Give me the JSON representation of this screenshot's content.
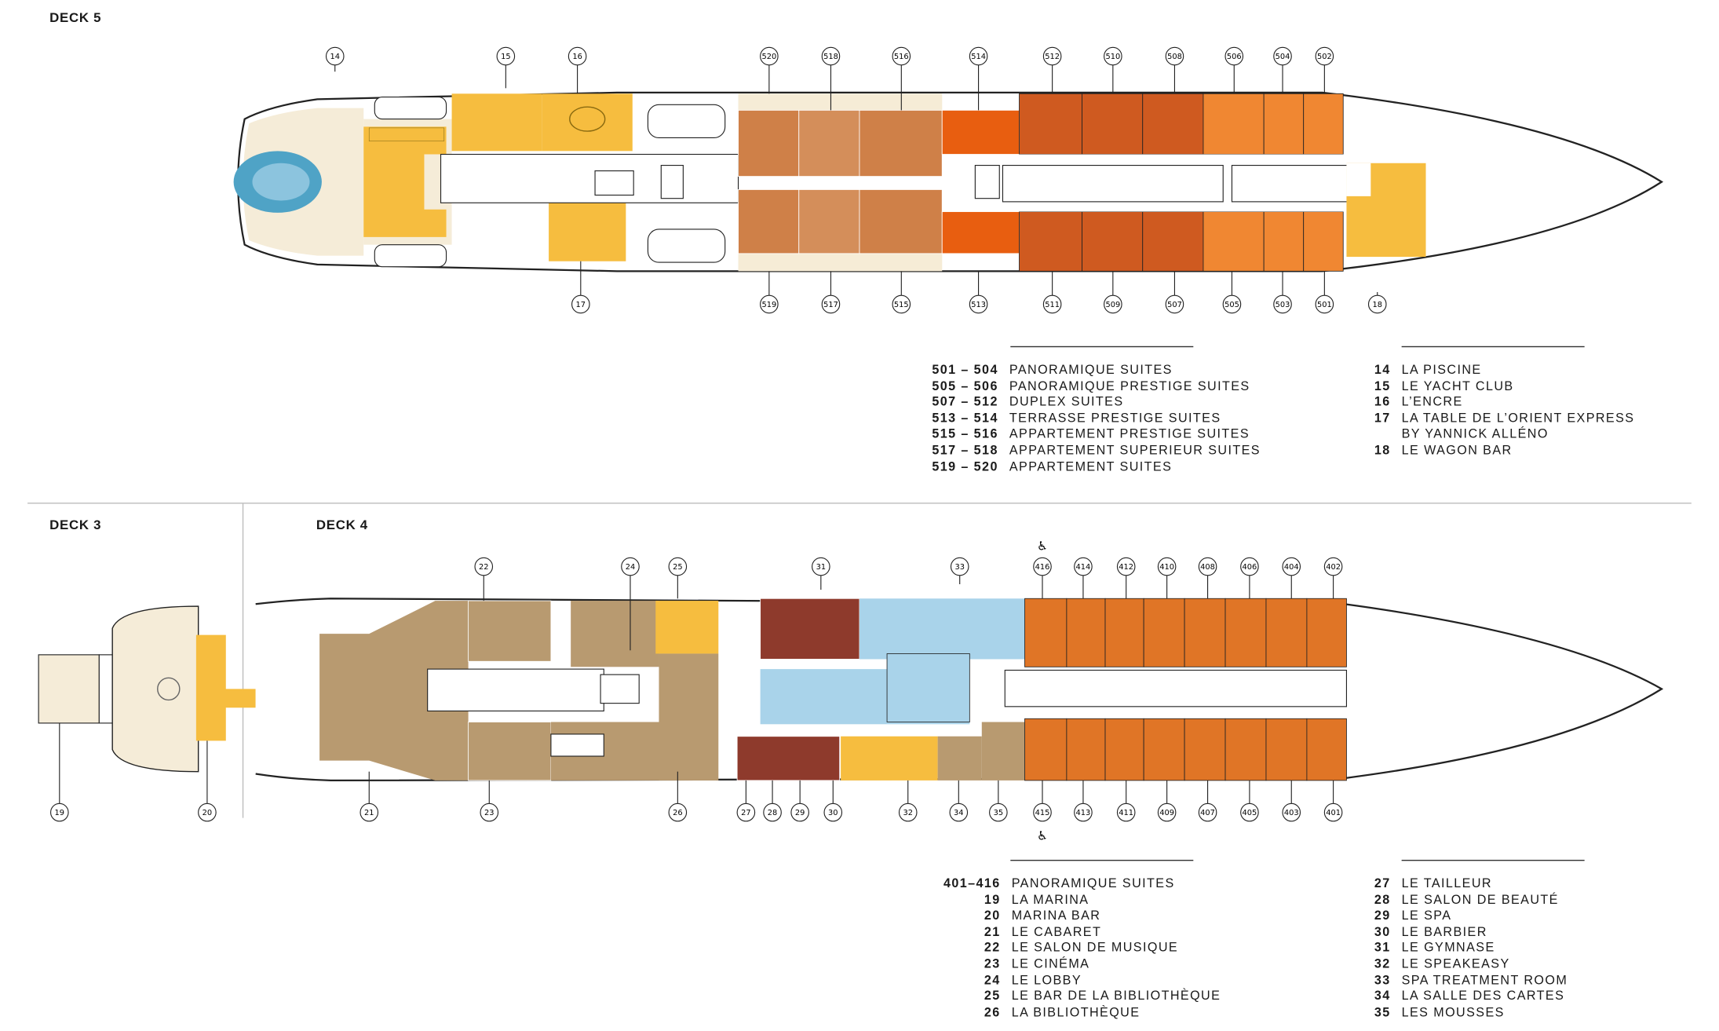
{
  "decks": {
    "deck5": "DECK 5",
    "deck3": "DECK 3",
    "deck4": "DECK 4"
  },
  "colors": {
    "panoramique": "#f08732",
    "panoramique_prestige": "#e07526",
    "duplex": "#cf5a20",
    "terrasse": "#e85e10",
    "appartement_prestige": "#cf8048",
    "appartement_superieur": "#d48e5a",
    "appartement": "#f6ecd6",
    "venue": "#f6bd3f",
    "public": "#b89a70",
    "spa": "#a9d3ea",
    "spa_rooms": "#8e3a2c",
    "pool": "#4fa3c6",
    "deck": "#f5ecd8",
    "corridor": "#ffffff"
  },
  "deck5_markers": {
    "top": [
      "14",
      "15",
      "16",
      "520",
      "518",
      "516",
      "514",
      "512",
      "510",
      "508",
      "506",
      "504",
      "502"
    ],
    "bottom": [
      "17",
      "519",
      "517",
      "515",
      "513",
      "511",
      "509",
      "507",
      "505",
      "503",
      "501",
      "18"
    ]
  },
  "deck4_markers": {
    "top": [
      "22",
      "24",
      "25",
      "31",
      "33",
      "416",
      "414",
      "412",
      "410",
      "408",
      "406",
      "404",
      "402"
    ],
    "bottom": [
      "19",
      "20",
      "21",
      "23",
      "26",
      "27",
      "28",
      "29",
      "30",
      "32",
      "34",
      "35",
      "415",
      "413",
      "411",
      "409",
      "407",
      "405",
      "403",
      "401"
    ]
  },
  "icons": {
    "wheelchair": "♿",
    "restroom": "🚻"
  },
  "legend_deck5_suites": [
    {
      "num": "501 – 504",
      "label": "PANORAMIQUE SUITES"
    },
    {
      "num": "505 – 506",
      "label": "PANORAMIQUE PRESTIGE SUITES"
    },
    {
      "num": "507 – 512",
      "label": "DUPLEX SUITES"
    },
    {
      "num": "513 – 514",
      "label": "TERRASSE PRESTIGE SUITES"
    },
    {
      "num": "515 – 516",
      "label": "APPARTEMENT PRESTIGE SUITES"
    },
    {
      "num": "517 – 518",
      "label": "APPARTEMENT SUPERIEUR SUITES"
    },
    {
      "num": "519 – 520",
      "label": "APPARTEMENT SUITES"
    }
  ],
  "legend_deck5_venues": [
    {
      "num": "14",
      "label": "LA PISCINE"
    },
    {
      "num": "15",
      "label": "LE YACHT CLUB"
    },
    {
      "num": "16",
      "label": "L’ENCRE"
    },
    {
      "num": "17",
      "label": "LA TABLE DE L’ORIENT EXPRESS"
    },
    {
      "num": "",
      "label": "BY YANNICK ALLÉNO"
    },
    {
      "num": "18",
      "label": "LE WAGON BAR"
    }
  ],
  "legend_deck4_a": [
    {
      "num": "401–416",
      "label": "PANORAMIQUE SUITES"
    },
    {
      "num": "19",
      "label": "LA MARINA"
    },
    {
      "num": "20",
      "label": "MARINA BAR"
    },
    {
      "num": "21",
      "label": "LE CABARET"
    },
    {
      "num": "22",
      "label": "LE SALON DE MUSIQUE"
    },
    {
      "num": "23",
      "label": "LE CINÉMA"
    },
    {
      "num": "24",
      "label": "LE LOBBY"
    },
    {
      "num": "25",
      "label": "LE BAR DE LA BIBLIOTHÈQUE"
    },
    {
      "num": "26",
      "label": "LA BIBLIOTHÈQUE"
    }
  ],
  "legend_deck4_b": [
    {
      "num": "27",
      "label": "LE TAILLEUR"
    },
    {
      "num": "28",
      "label": "LE SALON DE BEAUTÉ"
    },
    {
      "num": "29",
      "label": "LE SPA"
    },
    {
      "num": "30",
      "label": "LE BARBIER"
    },
    {
      "num": "31",
      "label": "LE GYMNASE"
    },
    {
      "num": "32",
      "label": "LE SPEAKEASY"
    },
    {
      "num": "33",
      "label": "SPA TREATMENT ROOM"
    },
    {
      "num": "34",
      "label": "LA SALLE DES CARTES"
    },
    {
      "num": "35",
      "label": "LES MOUSSES"
    }
  ]
}
